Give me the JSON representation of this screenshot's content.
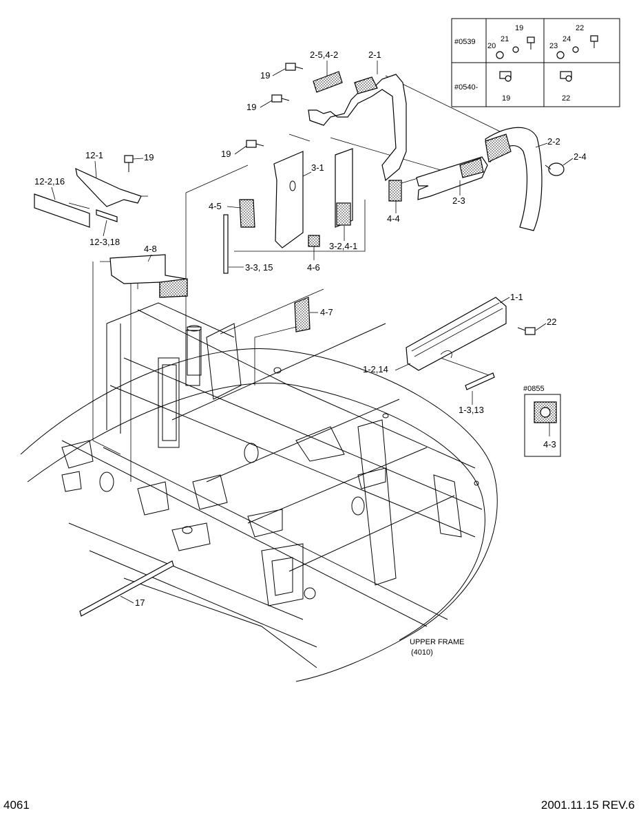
{
  "callouts": {
    "c19a": "19",
    "c25_42": "2-5,4-2",
    "c21": "2-1",
    "c19b": "19",
    "c19c": "19",
    "c31": "3-1",
    "c22": "2-2",
    "c24": "2-4",
    "c23": "2-3",
    "c44": "4-4",
    "c121": "12-1",
    "c19d": "19",
    "c122_16": "12-2,16",
    "c45": "4-5",
    "c32_41": "3-2,4-1",
    "c123_18": "12-3,18",
    "c48": "4-8",
    "c33_15": "3-3, 15",
    "c46": "4-6",
    "c11": "1-1",
    "c47": "4-7",
    "c22b": "22",
    "c12_14": "1-2,14",
    "c13_13": "1-3,13",
    "c43": "4-3",
    "c17": "17"
  },
  "inset_table": {
    "row1": "#0539",
    "row2": "#0540-",
    "n19a": "19",
    "n20": "20",
    "n21": "21",
    "n22a": "22",
    "n23": "23",
    "n24": "24",
    "n19b": "19",
    "n22b": "22"
  },
  "inset_0855": {
    "label": "#0855",
    "part": "4-3"
  },
  "frame_note": {
    "line1": "UPPER FRAME",
    "line2": "(4010)"
  },
  "footer": {
    "page_number": "4061",
    "revision": "2001.11.15  REV.6"
  }
}
